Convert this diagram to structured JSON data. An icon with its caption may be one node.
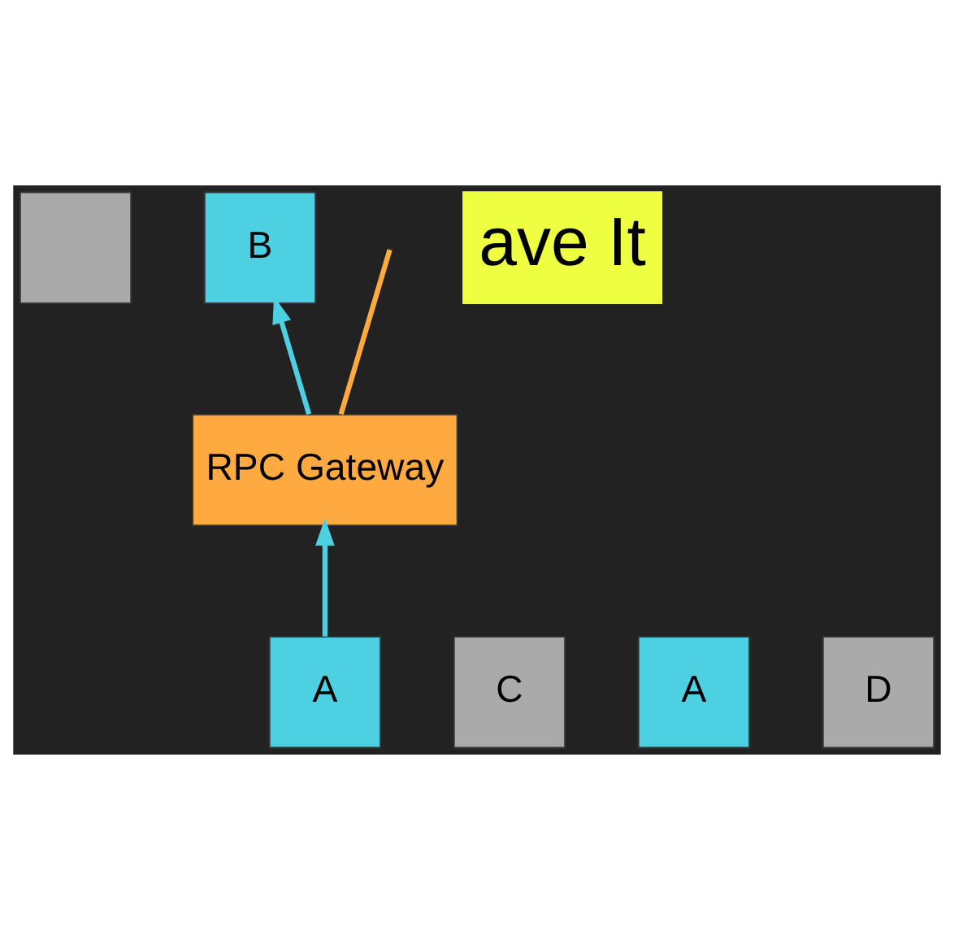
{
  "diagram": {
    "nodes": [
      {
        "text": [],
        "shape": "box"
      },
      {
        "text": [
          "B"
        ]
      },
      {
        "text": [
          "RPC Gateway"
        ]
      },
      {
        "text": [
          "A"
        ]
      },
      {
        "text": [
          "C"
        ]
      },
      {
        "text": [
          "A"
        ]
      },
      {
        "text": [
          "D"
        ]
      }
    ],
    "edges": [
      {
        "from": 3,
        "to": 2,
        "arrow": "to",
        "color": "#4dd0e1"
      },
      {
        "from": 2,
        "to": 1,
        "arrow": "to",
        "color": "#4dd0e1"
      },
      {
        "from": 2,
        "to": null,
        "arrow": "none",
        "color": "#ffaa40"
      }
    ],
    "labels": [
      "ave It"
    ]
  }
}
